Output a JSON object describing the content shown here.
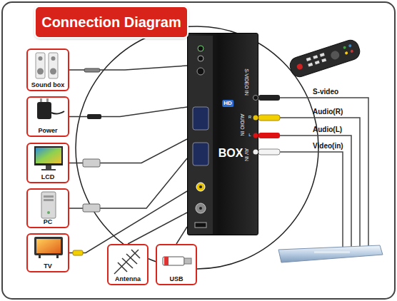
{
  "diagram": {
    "title": "Connection Diagram",
    "nodes": [
      {
        "text": [
          "Sound box"
        ]
      },
      {
        "text": [
          "Power"
        ]
      },
      {
        "text": [
          "LCD"
        ]
      },
      {
        "text": [
          "PC"
        ]
      },
      {
        "text": [
          "TV"
        ]
      },
      {
        "text": [
          "HD",
          "BOX",
          "S-VIDEO IN",
          "AUDIO IN",
          "R",
          "L",
          "AV IN"
        ]
      },
      {
        "text": [
          "Antenna"
        ]
      },
      {
        "text": [
          "USB"
        ]
      }
    ],
    "edges": [
      {
        "from": 0,
        "to": 5,
        "arrow": "none"
      },
      {
        "from": 1,
        "to": 5,
        "arrow": "none"
      },
      {
        "from": 2,
        "to": 5,
        "arrow": "none"
      },
      {
        "from": 3,
        "to": 5,
        "arrow": "none"
      },
      {
        "from": 4,
        "to": 5,
        "arrow": "none"
      },
      {
        "from": 6,
        "to": 5,
        "arrow": "none"
      },
      {
        "from": 7,
        "to": 5,
        "arrow": "none"
      }
    ],
    "labels": [
      "S-video",
      "Audio(R)",
      "Audio(L)",
      "Video(in)"
    ]
  }
}
